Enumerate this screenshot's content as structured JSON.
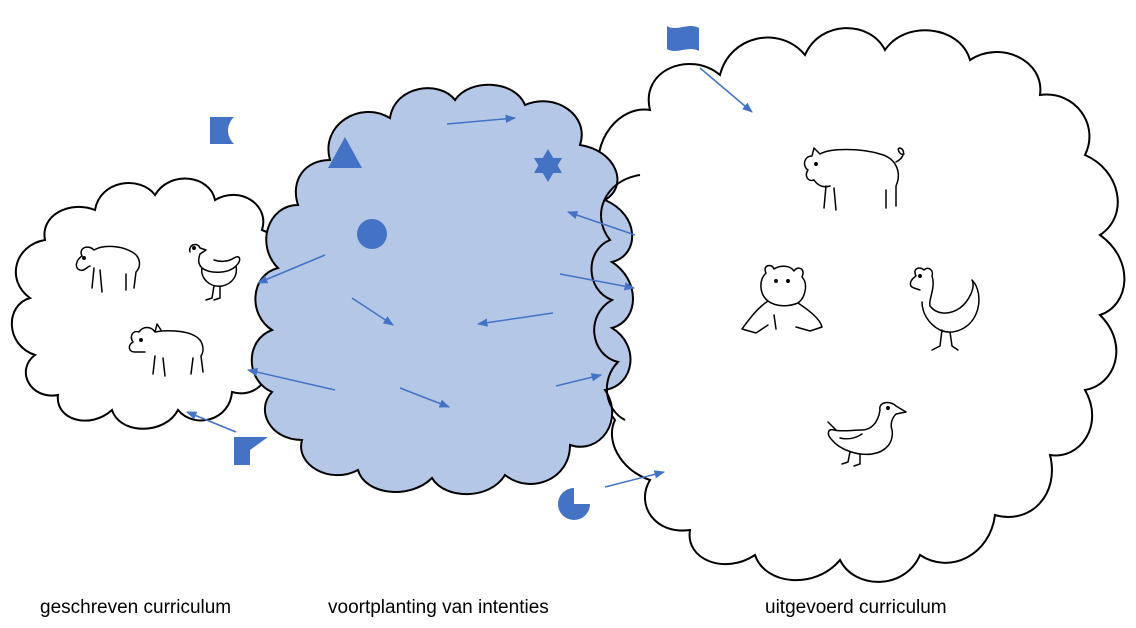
{
  "labels": {
    "left": "geschreven curriculum",
    "middle": "voortplanting van intenties",
    "right": "uitgevoerd curriculum"
  },
  "colors": {
    "shape_fill": "#4472c4",
    "middle_cloud_fill": "#b4c7e7",
    "arrow": "#4472c4",
    "outline": "#000000"
  },
  "animals": {
    "left_cloud": [
      "bear",
      "duck",
      "boar"
    ],
    "right_cloud": [
      "pig",
      "bear",
      "chicken",
      "duck"
    ]
  },
  "shapes": [
    "triangle",
    "circle",
    "star-of-david",
    "half-moon",
    "wavy-flag",
    "corner-flag",
    "pacman"
  ]
}
